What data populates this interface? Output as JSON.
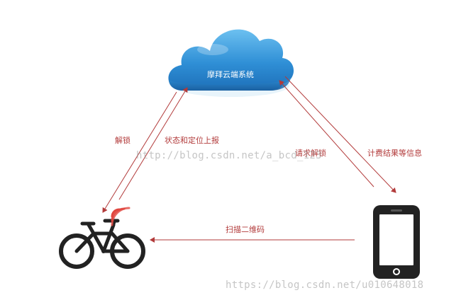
{
  "cloud": {
    "label": "摩拜云端系统",
    "color": "#2f8fd6"
  },
  "arrows": {
    "unlock": "解锁",
    "status_report": "状态和定位上报",
    "request_unlock": "请求解锁",
    "billing_info": "计费结果等信息",
    "scan_qr": "扫描二维码",
    "color": "#b23a3a"
  },
  "nodes": {
    "bike_icon": "bicycle-icon",
    "phone_icon": "smartphone-icon"
  },
  "watermarks": {
    "center": "http://blog.csdn.net/a_bcd_123",
    "bottom_right": "https://blog.csdn.net/u010648018"
  }
}
